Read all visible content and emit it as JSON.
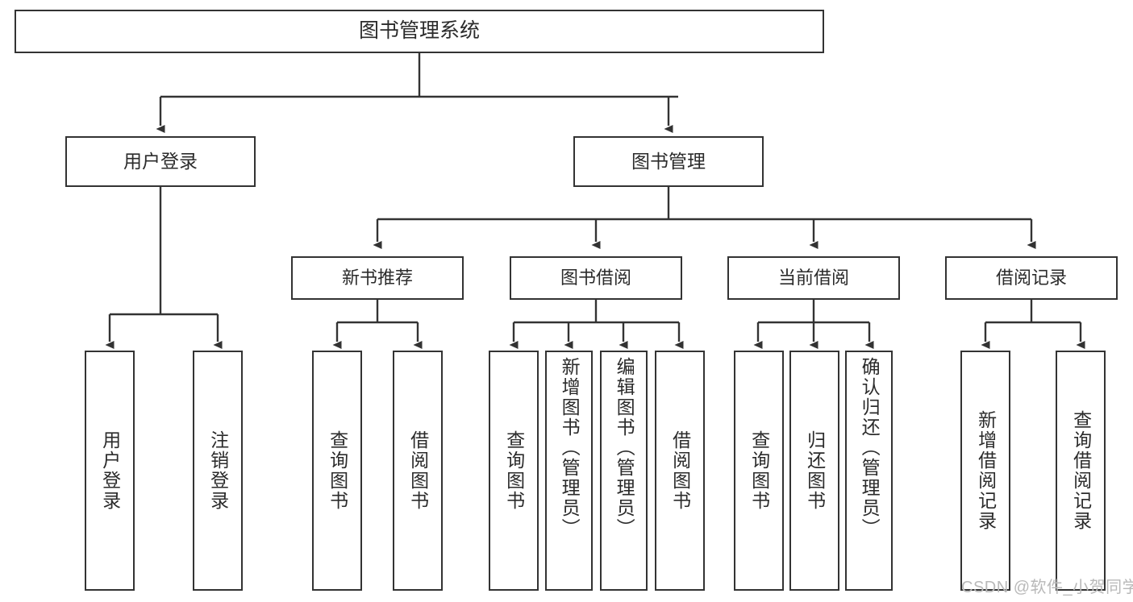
{
  "diagram": {
    "title": "图书管理系统",
    "type": "tree-hierarchy-chart",
    "stroke_color": "#333333",
    "text_color": "#2b2b2b",
    "background_color": "#ffffff"
  },
  "watermark": {
    "text": "CSDN @软件_小贺同学",
    "color": "#b9b9b9"
  },
  "nodes": {
    "root": {
      "label": "图书管理系统"
    },
    "user_login": {
      "label": "用户登录"
    },
    "book_manage": {
      "label": "图书管理"
    },
    "new_book_rec": {
      "label": "新书推荐"
    },
    "book_borrow": {
      "label": "图书借阅"
    },
    "current_borrow": {
      "label": "当前借阅"
    },
    "borrow_record": {
      "label": "借阅记录"
    },
    "leaf_user_login": {
      "label": "用户登录"
    },
    "leaf_logout": {
      "label": "注销登录"
    },
    "leaf_query_book_1": {
      "label": "查询图书"
    },
    "leaf_borrow_book_1": {
      "label": "借阅图书"
    },
    "leaf_query_book_2": {
      "label": "查询图书"
    },
    "leaf_add_book": {
      "label": "新增图书（管理员）"
    },
    "leaf_edit_book": {
      "label": "编辑图书（管理员）"
    },
    "leaf_borrow_book_2": {
      "label": "借阅图书"
    },
    "leaf_query_book_3": {
      "label": "查询图书"
    },
    "leaf_return_book": {
      "label": "归还图书"
    },
    "leaf_confirm_return": {
      "label": "确认归还（管理员）"
    },
    "leaf_add_record": {
      "label": "新增借阅记录"
    },
    "leaf_query_record": {
      "label": "查询借阅记录"
    }
  },
  "edges": [
    {
      "from": "root",
      "to": "user_login"
    },
    {
      "from": "root",
      "to": "book_manage"
    },
    {
      "from": "book_manage",
      "to": "new_book_rec"
    },
    {
      "from": "book_manage",
      "to": "book_borrow"
    },
    {
      "from": "book_manage",
      "to": "current_borrow"
    },
    {
      "from": "book_manage",
      "to": "borrow_record"
    },
    {
      "from": "user_login",
      "to": "leaf_user_login"
    },
    {
      "from": "user_login",
      "to": "leaf_logout"
    },
    {
      "from": "new_book_rec",
      "to": "leaf_query_book_1"
    },
    {
      "from": "new_book_rec",
      "to": "leaf_borrow_book_1"
    },
    {
      "from": "book_borrow",
      "to": "leaf_query_book_2"
    },
    {
      "from": "book_borrow",
      "to": "leaf_add_book"
    },
    {
      "from": "book_borrow",
      "to": "leaf_edit_book"
    },
    {
      "from": "book_borrow",
      "to": "leaf_borrow_book_2"
    },
    {
      "from": "current_borrow",
      "to": "leaf_query_book_3"
    },
    {
      "from": "current_borrow",
      "to": "leaf_return_book"
    },
    {
      "from": "current_borrow",
      "to": "leaf_confirm_return"
    },
    {
      "from": "borrow_record",
      "to": "leaf_add_record"
    },
    {
      "from": "borrow_record",
      "to": "leaf_query_record"
    }
  ]
}
